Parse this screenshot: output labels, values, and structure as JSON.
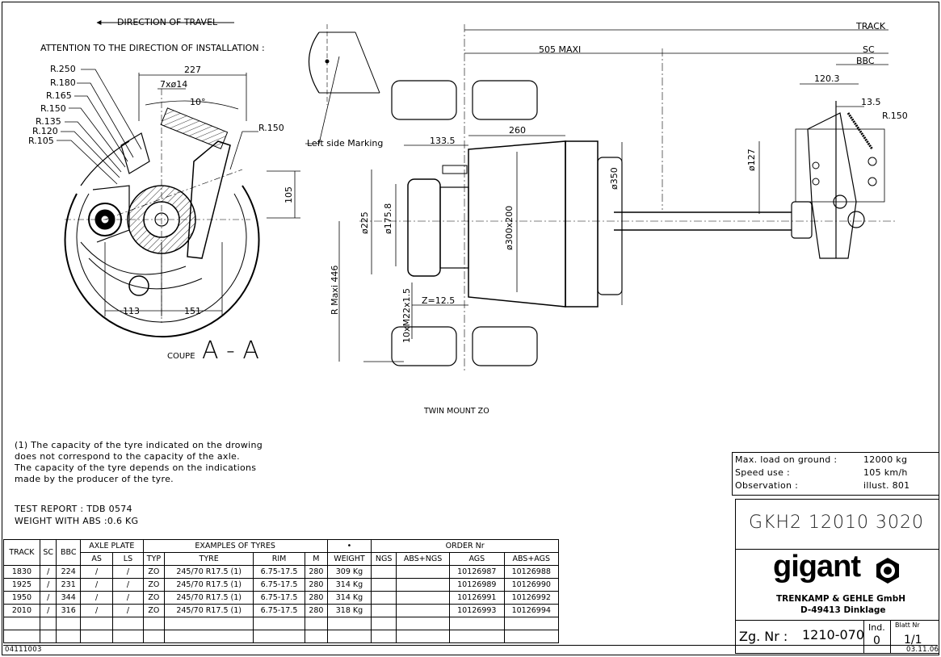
{
  "drawing": {
    "direction_of_travel": "DIRECTION OF TRAVEL",
    "attention": "ATTENTION TO THE DIRECTION OF INSTALLATION :",
    "left_side_marking": "Left side Marking",
    "coupe_prefix": "COUPE",
    "coupe_section": "A - A",
    "twin_mount": "TWIN MOUNT ZO",
    "track": "TRACK",
    "sc": "SC",
    "bbc": "BBC",
    "dims": {
      "r250": "R.250",
      "r180": "R.180",
      "r165": "R.165",
      "r150a": "R.150",
      "r135": "R.135",
      "r120": "R.120",
      "r105": "R.105",
      "d227": "227",
      "holes": "7xø14",
      "angle": "10°",
      "r150b": "R.150",
      "d105": "105",
      "d113": "113",
      "d151": "151",
      "d505": "505 MAXI",
      "d1203": "120.3",
      "d135": "13.5",
      "r150c": "R.150",
      "d1335": "133.5",
      "d260": "260",
      "d127": "ø127",
      "d350": "ø350",
      "d225": "ø225",
      "d1758": "ø175.8",
      "d300": "ø300x200",
      "z125": "Z=12.5",
      "studs": "10xM22x1.5",
      "rmaxi": "R Maxi 446"
    }
  },
  "notes": {
    "line1": "(1) The capacity of the tyre indicated on the drowing",
    "line2": "does not correspond to the capacity of the axle.",
    "line3": "The capacity of the tyre depends on the indications",
    "line4": "made by the producer of the tyre.",
    "test_report": "TEST REPORT :    TDB 0574",
    "weight_abs": "WEIGHT WITH ABS :0.6 KG"
  },
  "specs": {
    "load_label": "Max. load on ground :",
    "load_value": "12000 kg",
    "speed_label": "Speed use :",
    "speed_value": "105 km/h",
    "obs_label": "Observation :",
    "obs_value": "illust. 801"
  },
  "title_block": {
    "code": "GKH2  12010  3020",
    "brand": "gigant",
    "company": "TRENKAMP & GEHLE GmbH",
    "address": "D-49413 Dinklage",
    "zg_label": "Zg. Nr  :",
    "zg_value": "1210-070",
    "ind_label": "Ind.",
    "ind_value": "0",
    "blatt_label": "Blatt Nr",
    "blatt_value": "1/1",
    "ref_left": "04111003",
    "date": "03.11.06"
  },
  "table": {
    "headers": {
      "track": "TRACK",
      "sc": "SC",
      "bbc": "BBC",
      "axle_plate": "AXLE PLATE",
      "as": "AS",
      "ls": "LS",
      "examples": "EXAMPLES OF TYRES",
      "typ": "TYP",
      "tyre": "TYRE",
      "rim": "RIM",
      "m": "M",
      "dot": "•",
      "weight": "WEIGHT",
      "order": "ORDER Nr",
      "ngs": "NGS",
      "absngs": "ABS+NGS",
      "ags": "AGS",
      "absags": "ABS+AGS"
    },
    "rows": [
      {
        "track": "1830",
        "sc": "/",
        "bbc": "224",
        "as": "/",
        "ls": "/",
        "typ": "ZO",
        "tyre": "245/70 R17.5  (1)",
        "rim": "6.75-17.5",
        "m": "280",
        "weight": "309 Kg",
        "ngs": "",
        "absngs": "",
        "ags": "10126987",
        "absags": "10126988"
      },
      {
        "track": "1925",
        "sc": "/",
        "bbc": "231",
        "as": "/",
        "ls": "/",
        "typ": "ZO",
        "tyre": "245/70 R17.5  (1)",
        "rim": "6.75-17.5",
        "m": "280",
        "weight": "314 Kg",
        "ngs": "",
        "absngs": "",
        "ags": "10126989",
        "absags": "10126990"
      },
      {
        "track": "1950",
        "sc": "/",
        "bbc": "344",
        "as": "/",
        "ls": "/",
        "typ": "ZO",
        "tyre": "245/70 R17.5  (1)",
        "rim": "6.75-17.5",
        "m": "280",
        "weight": "314 Kg",
        "ngs": "",
        "absngs": "",
        "ags": "10126991",
        "absags": "10126992"
      },
      {
        "track": "2010",
        "sc": "/",
        "bbc": "316",
        "as": "/",
        "ls": "/",
        "typ": "ZO",
        "tyre": "245/70 R17.5  (1)",
        "rim": "6.75-17.5",
        "m": "280",
        "weight": "318 Kg",
        "ngs": "",
        "absngs": "",
        "ags": "10126993",
        "absags": "10126994"
      }
    ]
  }
}
